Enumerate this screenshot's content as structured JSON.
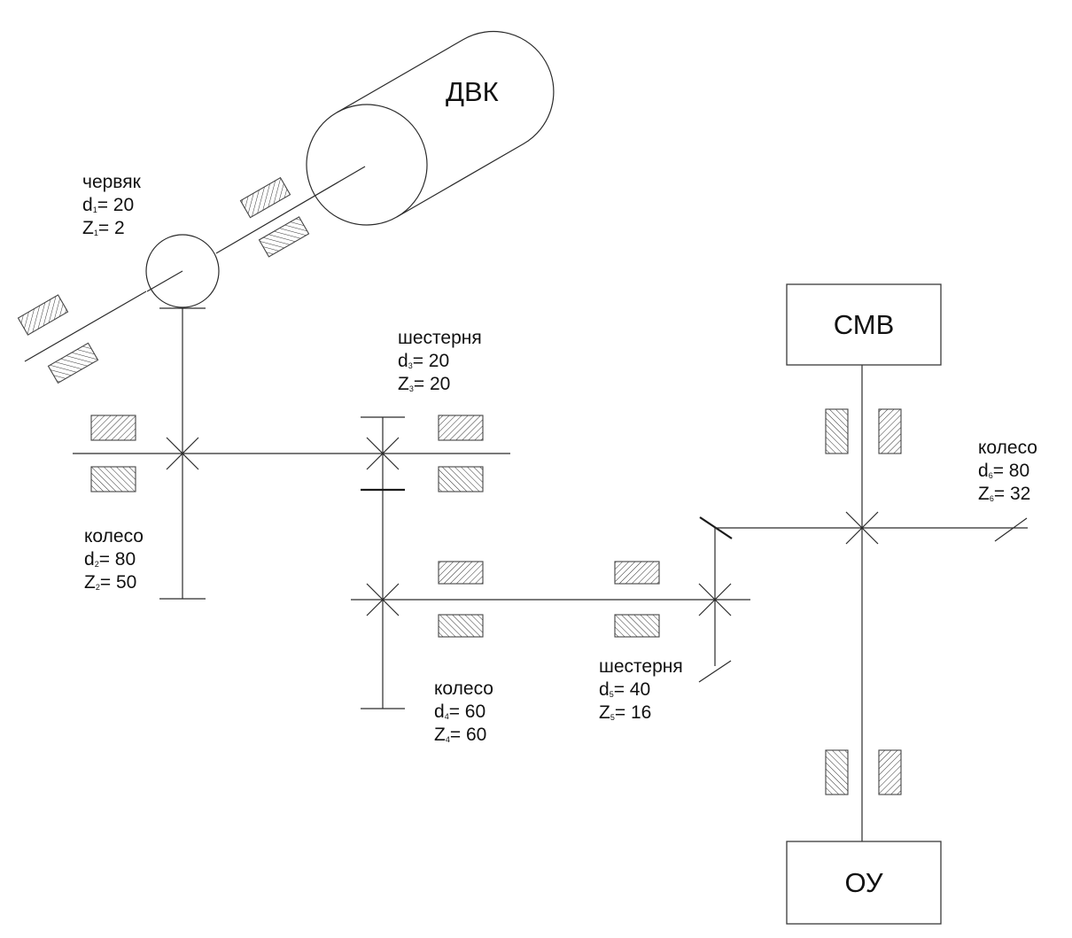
{
  "diagram": {
    "type": "kinematic-scheme",
    "blocks": {
      "motor": "ДВК",
      "smv": "СМВ",
      "ou": "ОУ"
    },
    "gears": [
      {
        "id": "gear-1",
        "name": "червяк",
        "d_label": "d",
        "d_sub": "1",
        "d_value": "= 20",
        "z_label": "Z",
        "z_sub": "1",
        "z_value": "= 2"
      },
      {
        "id": "gear-2",
        "name": "колесо",
        "d_label": "d",
        "d_sub": "2",
        "d_value": "= 80",
        "z_label": "Z",
        "z_sub": "2",
        "z_value": "= 50"
      },
      {
        "id": "gear-3",
        "name": "шестерня",
        "d_label": "d",
        "d_sub": "3",
        "d_value": "= 20",
        "z_label": "Z",
        "z_sub": "3",
        "z_value": "= 20"
      },
      {
        "id": "gear-4",
        "name": "колесо",
        "d_label": "d",
        "d_sub": "4",
        "d_value": "= 60",
        "z_label": "Z",
        "z_sub": "4",
        "z_value": "= 60"
      },
      {
        "id": "gear-5",
        "name": "шестерня",
        "d_label": "d",
        "d_sub": "5",
        "d_value": "= 40",
        "z_label": "Z",
        "z_sub": "5",
        "z_value": "= 16"
      },
      {
        "id": "gear-6",
        "name": "колесо",
        "d_label": "d",
        "d_sub": "6",
        "d_value": "= 80",
        "z_label": "Z",
        "z_sub": "6",
        "z_value": "= 32"
      }
    ],
    "colors": {
      "line": "#2b2b2b",
      "background": "#ffffff"
    }
  }
}
